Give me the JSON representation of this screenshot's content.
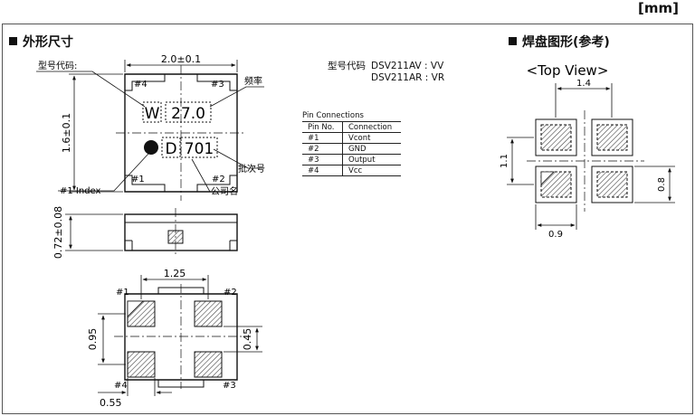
{
  "unit_label": "[mm]",
  "outline_title": "外形尺寸",
  "land_title": "焊盘图形(参考)",
  "top_view": "<Top View>",
  "model": {
    "label": "型号代码",
    "line1": "DSV211AV : VV",
    "line2": "DSV211AR : VR"
  },
  "pin_table": {
    "caption": "Pin Connections",
    "headers": [
      "Pin No.",
      "Connection"
    ],
    "rows": [
      [
        "#1",
        "Vcont"
      ],
      [
        "#2",
        "GND"
      ],
      [
        "#3",
        "Output"
      ],
      [
        "#4",
        "Vcc"
      ]
    ]
  },
  "outline": {
    "width_dim": "2.0±0.1",
    "height_dim": "1.6±0.1",
    "thickness_dim": "0.72±0.08",
    "model_code_label": "型号代码:",
    "freq_label": "频率",
    "lot_label": "批次号",
    "company_label": "公司名",
    "index_label": "#1 Index",
    "mark_w": "W",
    "mark_freq": "27.0",
    "mark_d": "D",
    "mark_lot": "701",
    "pins": [
      "#1",
      "#2",
      "#3",
      "#4"
    ]
  },
  "bottom": {
    "dim_125": "1.25",
    "dim_095": "0.95",
    "dim_045": "0.45",
    "dim_055": "0.55",
    "pins": [
      "#1",
      "#2",
      "#3",
      "#4"
    ]
  },
  "land": {
    "dim_14": "1.4",
    "dim_11": "1.1",
    "dim_08": "0.8",
    "dim_09": "0.9"
  }
}
